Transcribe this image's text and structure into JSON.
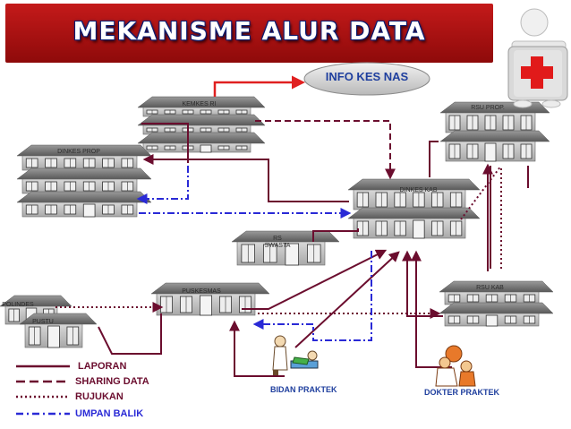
{
  "title": "MEKANISME ALUR DATA",
  "info_label": "INFO KES NAS",
  "nodes": {
    "kemkes": "KEMKES RI",
    "dinkes_prop": "DINKES PROP",
    "rsu_prop": "RSU PROP.",
    "dinkes_kab": "DINKES KAB",
    "rs_swasta": "RS\nSWASTA",
    "puskesmas": "PUSKESMAS",
    "rsu_kab": "RSU KAB",
    "polindes": "POLINDES",
    "pustu": "PUSTU",
    "bidan": "BIDAN PRAKTEK",
    "dokter": "DOKTER PRAKTEK"
  },
  "legend": [
    {
      "label": "LAPORAN",
      "style": "solid",
      "color": "#6b0d2e"
    },
    {
      "label": "SHARING DATA",
      "style": "dashed",
      "color": "#6b0d2e"
    },
    {
      "label": "RUJUKAN",
      "style": "dotted",
      "color": "#6b0d2e"
    },
    {
      "label": "UMPAN BALIK",
      "style": "dash-dot",
      "color": "#2a2ad6"
    }
  ],
  "colors": {
    "laporan": "#6b0d2e",
    "umpan_balik": "#2a2ad6",
    "title_bg": "#b01212",
    "info_text": "#1f3f9e",
    "arrow_red": "#e02020"
  },
  "icons": [
    "first-aid-figure-icon",
    "midwife-icon",
    "doctor-icon"
  ]
}
